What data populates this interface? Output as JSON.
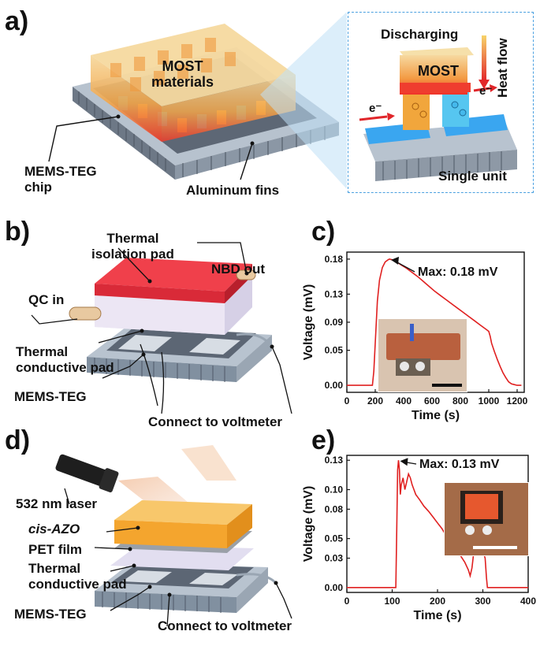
{
  "panels": {
    "a": {
      "letter": "a)",
      "most_materials": "MOST\nmaterials",
      "mems_teg_chip": "MEMS-TEG\nchip",
      "aluminum_fins": "Aluminum fins",
      "inset": {
        "discharging": "Discharging",
        "most": "MOST",
        "heat_flow": "Heat flow",
        "electron_left": "e⁻",
        "electron_right": "e⁻",
        "single_unit": "Single unit"
      }
    },
    "b": {
      "letter": "b)",
      "thermal_isolation_pad": "Thermal\nisolation pad",
      "nbd_out": "NBD out",
      "qc_in": "QC in",
      "thermal_conductive_pad": "Thermal\nconductive pad",
      "mems_teg": "MEMS-TEG",
      "connect_to_voltmeter": "Connect to voltmeter"
    },
    "c": {
      "letter": "c)"
    },
    "d": {
      "letter": "d)",
      "laser": "532 nm laser",
      "cis_azo": "cis-AZO",
      "pet_film": "PET film",
      "thermal_conductive_pad": "Thermal\nconductive pad",
      "mems_teg": "MEMS-TEG",
      "connect_to_voltmeter": "Connect to voltmeter"
    },
    "e": {
      "letter": "e)"
    }
  },
  "colors": {
    "curve": "#e02020",
    "most_top": "#f3c36b",
    "most_bottom": "#ef3a2e",
    "fin": "#9aa7b6",
    "chip": "#5a6473",
    "blue_leg": "#39b6f0",
    "red_pad": "#ee2d3a",
    "azo": "#f7a630",
    "inset_border": "#4aa0e0"
  },
  "chart_data": [
    {
      "type": "line",
      "panel": "c",
      "xlabel": "Time (s)",
      "ylabel": "Voltage (mV)",
      "xlim": [
        0,
        1250
      ],
      "ylim": [
        -0.01,
        0.19
      ],
      "xticks": [
        0,
        200,
        400,
        600,
        800,
        1000,
        1200
      ],
      "yticks": [
        0.0,
        0.05,
        0.09,
        0.13,
        0.18
      ],
      "ytick_labels": [
        "0.00",
        "0.05",
        "0.09",
        "0.13",
        "0.18"
      ],
      "annotation": "Max: 0.18 mV",
      "series": [
        {
          "x": [
            0,
            180,
            190,
            200,
            215,
            230,
            250,
            270,
            290,
            300,
            320,
            350,
            380,
            420,
            460,
            500,
            540,
            580,
            620,
            660,
            700,
            740,
            780,
            820,
            860,
            900,
            940,
            980,
            1000,
            1010,
            1020,
            1040,
            1060,
            1080,
            1100,
            1120,
            1140,
            1160,
            1180,
            1200,
            1230
          ],
          "y": [
            0.0,
            0.0,
            0.02,
            0.06,
            0.12,
            0.15,
            0.168,
            0.176,
            0.179,
            0.18,
            0.179,
            0.176,
            0.172,
            0.167,
            0.161,
            0.155,
            0.148,
            0.141,
            0.134,
            0.128,
            0.122,
            0.116,
            0.11,
            0.104,
            0.098,
            0.092,
            0.086,
            0.08,
            0.077,
            0.07,
            0.06,
            0.048,
            0.037,
            0.027,
            0.018,
            0.011,
            0.005,
            0.002,
            0.001,
            0.0,
            0.0
          ]
        }
      ]
    },
    {
      "type": "line",
      "panel": "e",
      "xlabel": "Time (s)",
      "ylabel": "Voltage (mV)",
      "xlim": [
        0,
        400
      ],
      "ylim": [
        -0.005,
        0.135
      ],
      "xticks": [
        0,
        100,
        200,
        300,
        400
      ],
      "yticks": [
        0.0,
        0.03,
        0.05,
        0.08,
        0.1,
        0.13
      ],
      "ytick_labels": [
        "0.00",
        "0.03",
        "0.05",
        "0.08",
        "0.10",
        "0.13"
      ],
      "annotation": "Max: 0.13 mV",
      "series": [
        {
          "x": [
            0,
            108,
            110,
            112,
            114,
            116,
            118,
            120,
            124,
            128,
            132,
            136,
            140,
            144,
            148,
            152,
            160,
            170,
            180,
            190,
            200,
            210,
            220,
            230,
            240,
            250,
            260,
            268,
            272,
            276,
            280,
            286,
            292,
            300,
            305,
            308,
            310,
            320,
            400
          ],
          "y": [
            0.0,
            0.0,
            0.06,
            0.12,
            0.13,
            0.12,
            0.095,
            0.105,
            0.112,
            0.1,
            0.108,
            0.116,
            0.112,
            0.105,
            0.1,
            0.095,
            0.09,
            0.083,
            0.078,
            0.072,
            0.066,
            0.06,
            0.052,
            0.046,
            0.04,
            0.033,
            0.026,
            0.018,
            0.012,
            0.02,
            0.036,
            0.038,
            0.035,
            0.037,
            0.03,
            0.01,
            0.0,
            0.0,
            0.0
          ]
        }
      ]
    }
  ]
}
